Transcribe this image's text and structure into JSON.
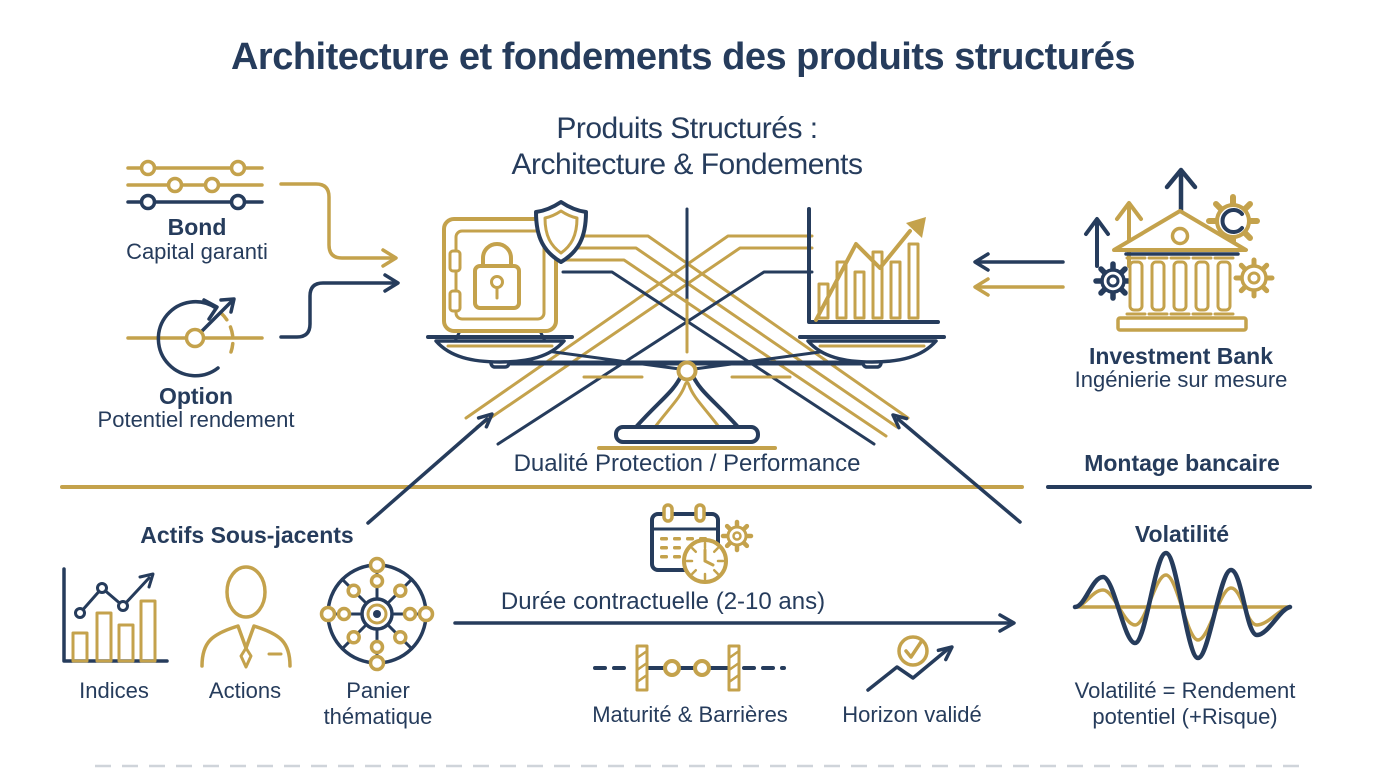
{
  "theme": {
    "navy": "#263c5c",
    "gold": "#c4a24c",
    "background": "#ffffff"
  },
  "header": {
    "title": "Architecture et fondements des produits structurés"
  },
  "subtitle": {
    "line1": "Produits Structurés :",
    "line2": "Architecture & Fondements"
  },
  "components": {
    "bond": {
      "title": "Bond",
      "subtitle": "Capital garanti",
      "icon": "sliders-icon"
    },
    "option": {
      "title": "Option",
      "subtitle": "Potentiel rendement",
      "icon": "cycle-arrow-icon"
    }
  },
  "scale": {
    "caption": "Dualité Protection / Performance",
    "left_icon": "vault-shield-icon",
    "right_icon": "growth-chart-icon"
  },
  "bank": {
    "title": "Investment Bank",
    "subtitle": "Ingénierie sur mesure",
    "section_label": "Montage bancaire",
    "icon": "bank-gears-icon"
  },
  "underlyings": {
    "title": "Actifs Sous-jacents",
    "items": [
      {
        "label": "Indices",
        "icon": "index-chart-icon"
      },
      {
        "label": "Actions",
        "icon": "person-icon"
      },
      {
        "label": "Panier",
        "label2": "thématique",
        "icon": "network-icon"
      }
    ]
  },
  "timeline": {
    "duration_label": "Durée contractuelle (2-10 ans)",
    "maturity_label": "Maturité & Barrières",
    "horizon_label": "Horizon validé",
    "calendar_icon": "calendar-clock-gear-icon",
    "maturity_icon": "barriers-timeline-icon",
    "horizon_icon": "check-trend-icon"
  },
  "volatility": {
    "title": "Volatilité",
    "formula_line1": "Volatilité = Rendement",
    "formula_line2": "potentiel (+Risque)",
    "icon": "wave-icon"
  }
}
